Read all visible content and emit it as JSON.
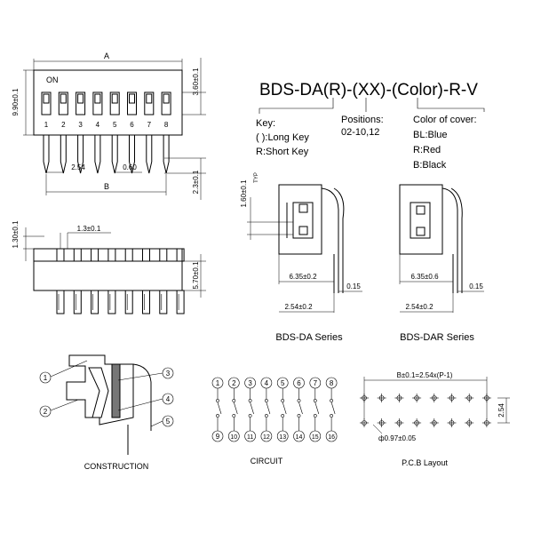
{
  "part_code": "BDS-DA(R)-(XX)-(Color)-R-V",
  "top_view": {
    "dim_A": "A",
    "dim_B": "B",
    "on_label": "ON",
    "switch_numbers": [
      "1",
      "2",
      "3",
      "4",
      "5",
      "6",
      "7",
      "8"
    ],
    "dim_pitch": "2.54",
    "dim_pin": "0.60",
    "dim_height": "9.90±0.1",
    "dim_knob": "3.60±0.1",
    "dim_pin_len": "2.3±0.1"
  },
  "legend": {
    "key_title": "Key:",
    "key_long": "( ):Long Key",
    "key_short": "R:Short Key",
    "positions_title": "Positions:",
    "positions_values": "02-10,12",
    "color_title": "Color of cover:",
    "color_bl": "BL:Blue",
    "color_r": "R:Red",
    "color_b": "B:Black"
  },
  "front_view": {
    "dim_left": "1.30±0.1",
    "dim_top": "1.3±0.1",
    "dim_right": "5.70±0.1"
  },
  "side_da": {
    "dim_typ": "1.60±0.1",
    "typ_label": "TYP",
    "dim_body": "6.35±0.2",
    "dim_pin": "0.15",
    "dim_lead": "2.54±0.2",
    "series": "BDS-DA Series"
  },
  "side_dar": {
    "dim_body": "6.35±0.6",
    "dim_pin": "0.15",
    "dim_lead": "2.54±0.2",
    "series": "BDS-DAR Series"
  },
  "construction": {
    "callouts": [
      "1",
      "2",
      "3",
      "4",
      "5"
    ],
    "caption": "CONSTRUCTION"
  },
  "circuit": {
    "top_pins": [
      "1",
      "2",
      "3",
      "4",
      "5",
      "6",
      "7",
      "8"
    ],
    "bottom_pins": [
      "9",
      "10",
      "11",
      "12",
      "13",
      "14",
      "15",
      "16"
    ],
    "caption": "CIRCUIT"
  },
  "pcb": {
    "dim_width": "B±0.1=2.54x(P-1)",
    "dim_row": "2.54",
    "dim_hole": "ф0.97±0.05",
    "caption": "P.C.B Layout"
  }
}
